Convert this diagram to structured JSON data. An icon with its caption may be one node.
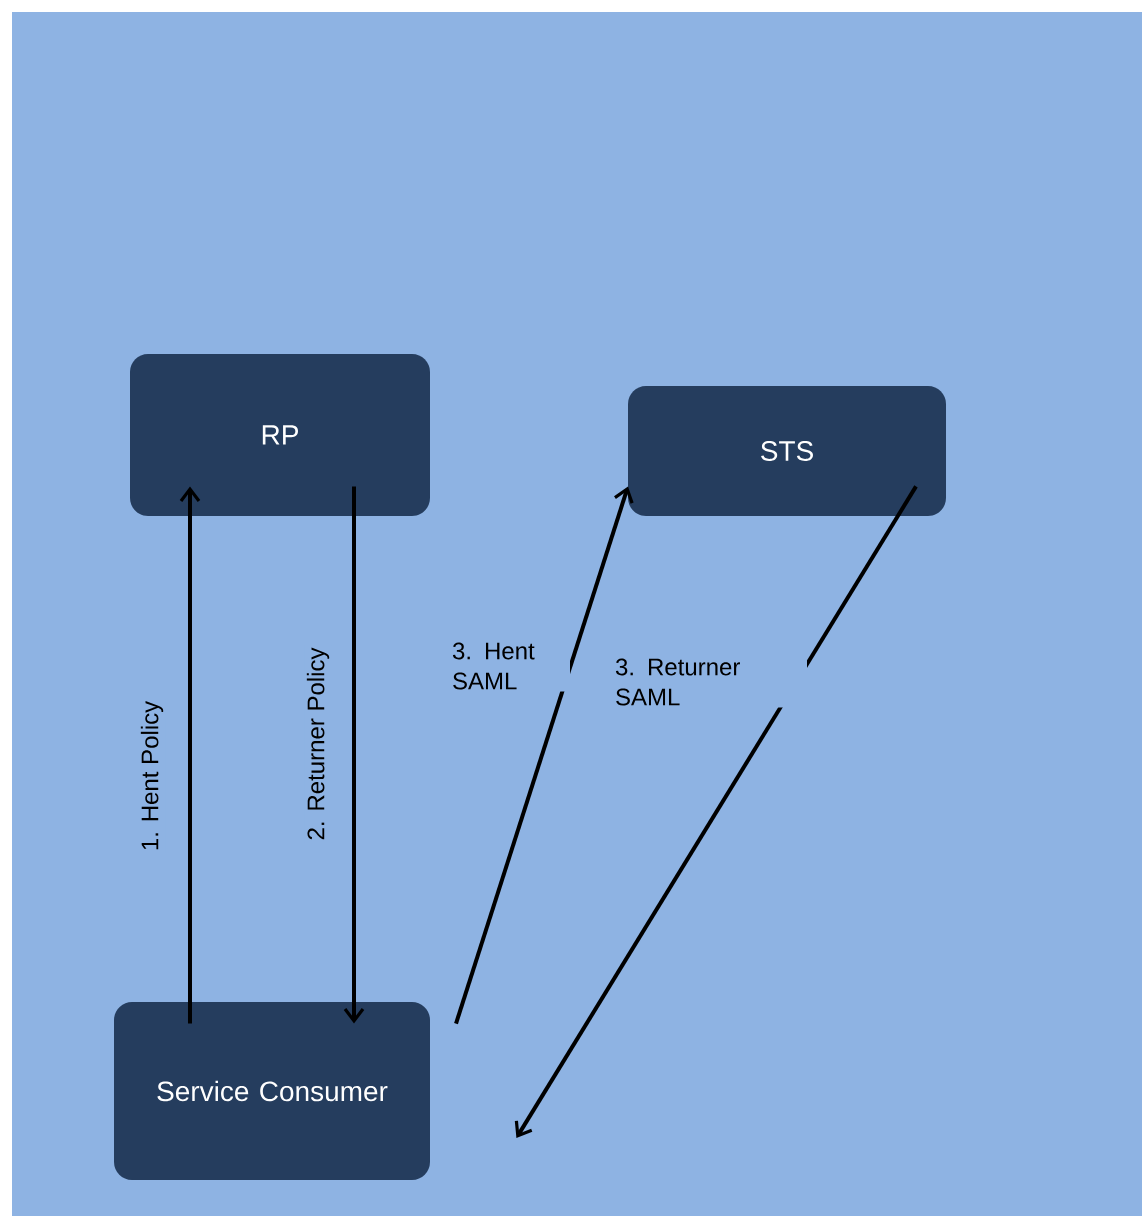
{
  "diagram": {
    "nodes": [
      {
        "text": [
          "RP"
        ]
      },
      {
        "text": [
          "STS"
        ]
      },
      {
        "text": [
          "Service Consumer"
        ]
      }
    ],
    "edges": [
      {
        "from": 2,
        "to": 0,
        "arrow": "to",
        "label": "1. Hent Policy"
      },
      {
        "from": 0,
        "to": 2,
        "arrow": "to",
        "label": "2. Returner Policy"
      },
      {
        "from": 2,
        "to": 1,
        "arrow": "to",
        "label": "3. Hent SAML"
      },
      {
        "from": 1,
        "to": 2,
        "arrow": "to",
        "label": "3. Returner SAML"
      }
    ]
  }
}
